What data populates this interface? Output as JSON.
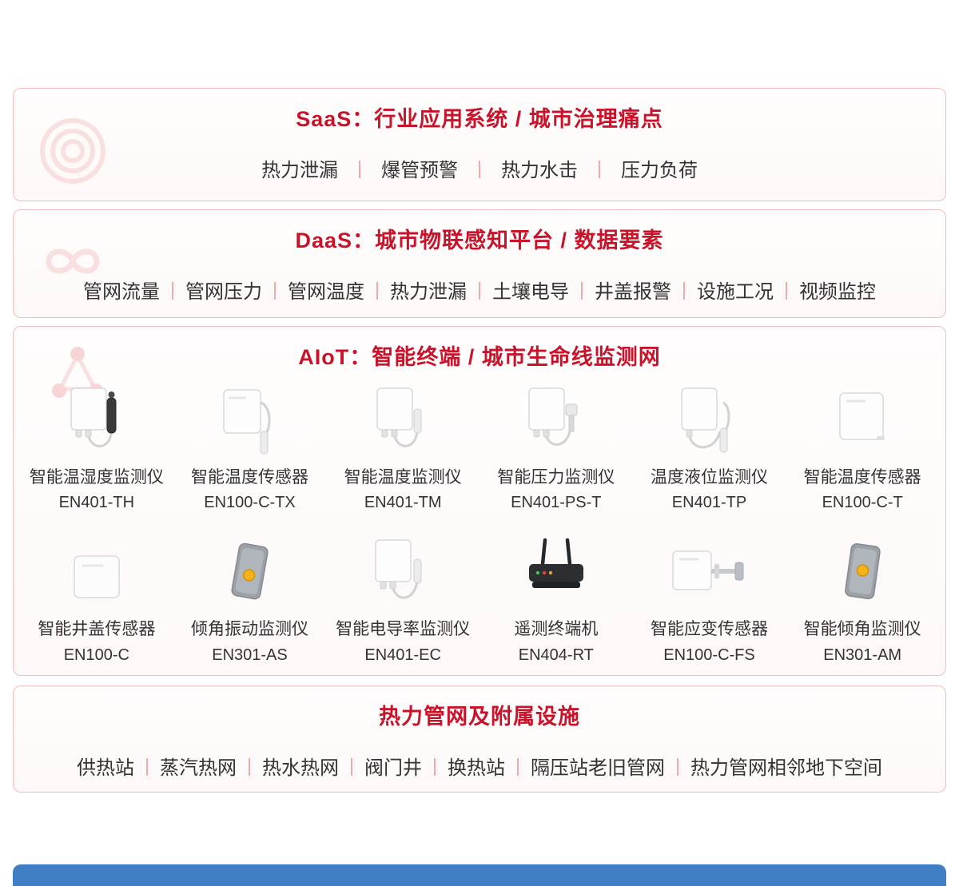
{
  "page": {
    "divider": "|",
    "accent_red": "#c9132b",
    "panel_border_pink": "#f5bcbc",
    "item_text_color": "#333333",
    "footer_blue": "#3f7ec5"
  },
  "sections": {
    "saas": {
      "title": "SaaS：行业应用系统 / 城市治理痛点",
      "items": [
        "热力泄漏",
        "爆管预警",
        "热力水击",
        "压力负荷"
      ]
    },
    "daas": {
      "title": "DaaS：城市物联感知平台 / 数据要素",
      "items": [
        "管网流量",
        "管网压力",
        "管网温度",
        "热力泄漏",
        "土壤电导",
        "井盖报警",
        "设施工况",
        "视频监控"
      ]
    },
    "aiot": {
      "title": "AIoT：智能终端 / 城市生命线监测网",
      "products": [
        {
          "name": "智能温湿度监测仪",
          "model": "EN401-TH"
        },
        {
          "name": "智能温度传感器",
          "model": "EN100-C-TX"
        },
        {
          "name": "智能温度监测仪",
          "model": "EN401-TM"
        },
        {
          "name": "智能压力监测仪",
          "model": "EN401-PS-T"
        },
        {
          "name": "温度液位监测仪",
          "model": "EN401-TP"
        },
        {
          "name": "智能温度传感器",
          "model": "EN100-C-T"
        },
        {
          "name": "智能井盖传感器",
          "model": "EN100-C"
        },
        {
          "name": "倾角振动监测仪",
          "model": "EN301-AS"
        },
        {
          "name": "智能电导率监测仪",
          "model": "EN401-EC"
        },
        {
          "name": "遥测终端机",
          "model": "EN404-RT"
        },
        {
          "name": "智能应变传感器",
          "model": "EN100-C-FS"
        },
        {
          "name": "智能倾角监测仪",
          "model": "EN301-AM"
        }
      ]
    },
    "pipeline": {
      "title": "热力管网及附属设施",
      "items": [
        "供热站",
        "蒸汽热网",
        "热水热网",
        "阀门井",
        "换热站",
        "隔压站老旧管网",
        "热力管网相邻地下空间"
      ]
    }
  }
}
